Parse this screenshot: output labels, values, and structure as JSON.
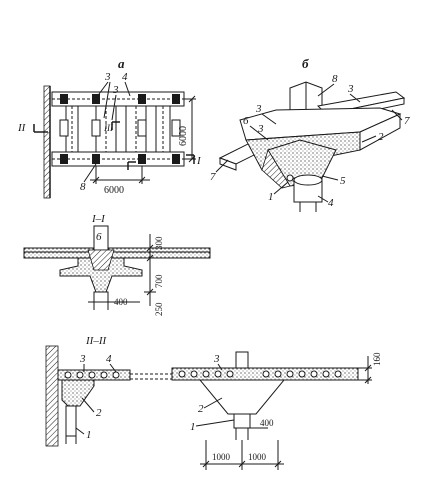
{
  "views": {
    "a": {
      "label": "а"
    },
    "b": {
      "label": "б"
    }
  },
  "plan": {
    "callouts": [
      "3",
      "4",
      "3",
      "8"
    ],
    "section_marks": {
      "ii_left": "II",
      "iii": "III",
      "i_right": "I"
    },
    "dim_vertical": "6000",
    "dim_horizontal": "6000"
  },
  "isometric": {
    "callouts": [
      "8",
      "3",
      "3",
      "6",
      "3",
      "7",
      "2",
      "7",
      "5",
      "1",
      "4"
    ]
  },
  "section_1": {
    "title": "I–I",
    "callout": "6",
    "dims": [
      "300",
      "700",
      "250",
      "400"
    ]
  },
  "section_2": {
    "title": "II–II",
    "left_callouts": [
      "3",
      "4",
      "2",
      "1"
    ],
    "right_callouts": [
      "3",
      "2",
      "1"
    ],
    "dims": [
      "160",
      "400",
      "1000",
      "1000"
    ]
  }
}
